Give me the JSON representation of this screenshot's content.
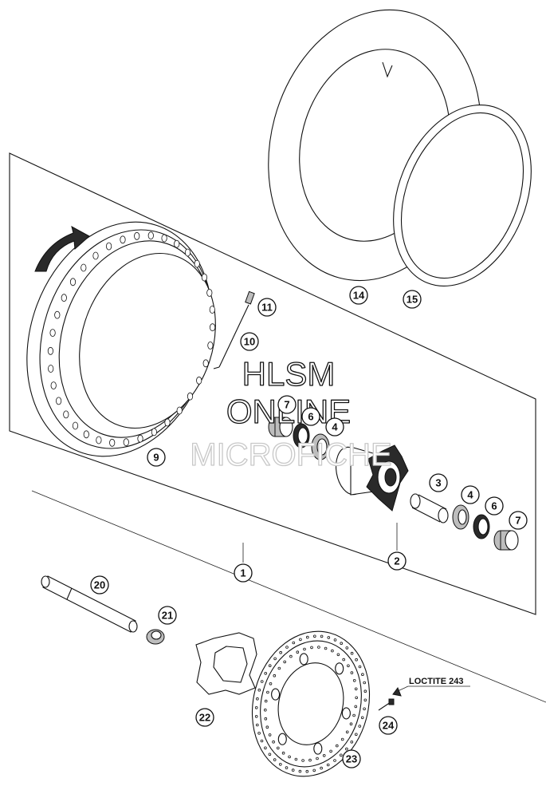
{
  "callouts": [
    {
      "id": "1",
      "label": "1"
    },
    {
      "id": "2",
      "label": "2"
    },
    {
      "id": "3",
      "label": "3"
    },
    {
      "id": "4a",
      "label": "4"
    },
    {
      "id": "4b",
      "label": "4"
    },
    {
      "id": "6a",
      "label": "6"
    },
    {
      "id": "6b",
      "label": "6"
    },
    {
      "id": "7a",
      "label": "7"
    },
    {
      "id": "7b",
      "label": "7"
    },
    {
      "id": "9",
      "label": "9"
    },
    {
      "id": "10",
      "label": "10"
    },
    {
      "id": "11",
      "label": "11"
    },
    {
      "id": "14",
      "label": "14"
    },
    {
      "id": "15",
      "label": "15"
    },
    {
      "id": "20",
      "label": "20"
    },
    {
      "id": "21",
      "label": "21"
    },
    {
      "id": "22",
      "label": "22"
    },
    {
      "id": "23",
      "label": "23"
    },
    {
      "id": "24",
      "label": "24"
    }
  ],
  "annotation": {
    "loctite": "LOCTITE 243"
  },
  "watermark": {
    "line1": "HLSM",
    "line2": "ONLINE",
    "line3": "MICROFICHE"
  }
}
